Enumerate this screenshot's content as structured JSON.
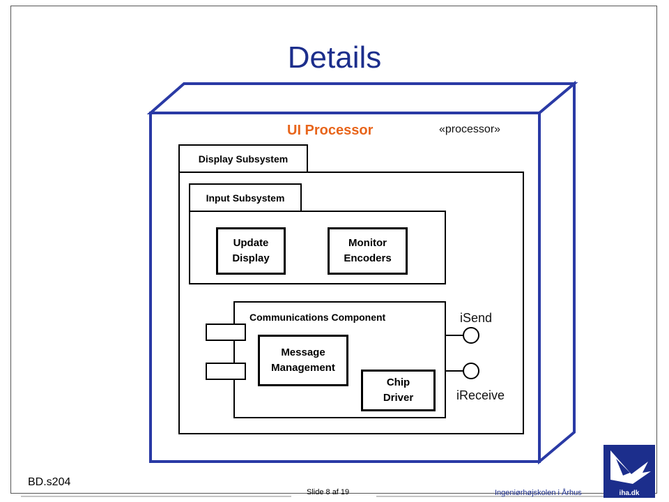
{
  "slide": {
    "title": "Details",
    "footer_code": "BD.s204",
    "slide_number": "Slide 8 af  19",
    "school": "Ingeniørhøjskolen i Århus",
    "logo_text": "iha.dk"
  },
  "diagram": {
    "processor_name": "UI Processor",
    "processor_stereotype": "«processor»",
    "display_subsystem": "Display Subsystem",
    "input_subsystem": "Input Subsystem",
    "update_display": "Update\nDisplay",
    "monitor_encoders": "Monitor\nEncoders",
    "communications_component": "Communications Component",
    "message_management": "Message\nManagement",
    "chip_driver": "Chip\nDriver",
    "isend": "iSend",
    "ireceive": "iReceive"
  },
  "colors": {
    "title": "#1c2e8c",
    "processor_name": "#e8651b"
  }
}
